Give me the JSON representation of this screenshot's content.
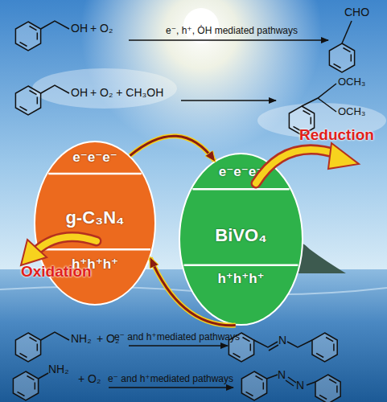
{
  "diagram": {
    "nodes": [
      {
        "text": [
          "e⁻e⁻e⁻",
          "g-C₃N₄",
          "h⁺h⁺h⁺"
        ]
      },
      {
        "text": [
          "e⁻e⁻e⁻",
          "BiVO₄",
          "h⁺h⁺h⁺"
        ]
      }
    ],
    "edges": [
      {
        "from": 0,
        "to": 1,
        "arrow": "to"
      },
      {
        "from": 1,
        "to": 0,
        "arrow": "to"
      }
    ],
    "labels": [
      "OH",
      "+ O₂",
      "e⁻, h⁺, ȮH mediated pathways",
      "CHO",
      "OH",
      "+ O₂ + CH₃OH",
      "OCH₃",
      "OCH₃",
      "Reduction",
      "Oxidation",
      "NH₂",
      "+ O₂",
      "e⁻ and h⁺mediated pathways",
      "N",
      "NH₂",
      "+ O₂",
      "e⁻ and h⁺mediated pathways",
      "N",
      "N"
    ]
  }
}
